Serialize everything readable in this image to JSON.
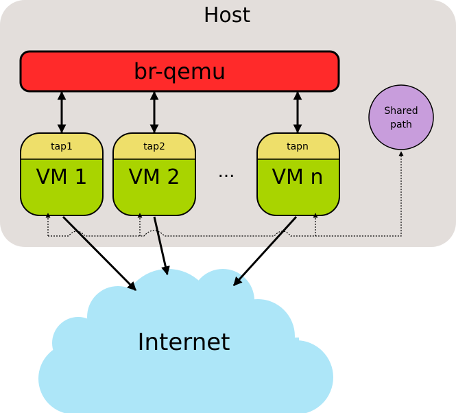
{
  "host": {
    "label": "Host",
    "color": "#e3dedb"
  },
  "bridge": {
    "label": "br-qemu",
    "color": "#ff2a2a"
  },
  "vms": [
    {
      "tap": "tap1",
      "label": "VM 1"
    },
    {
      "tap": "tap2",
      "label": "VM 2"
    },
    {
      "tap": "tapn",
      "label": "VM n"
    }
  ],
  "ellipsis": "...",
  "shared_path": {
    "line1": "Shared",
    "line2": "path",
    "color": "#c89ddc"
  },
  "internet": {
    "label": "Internet",
    "color": "#ade6f8"
  },
  "colors": {
    "tap_fill": "#eedf6a",
    "vm_fill": "#a9d400",
    "outline": "#000000"
  }
}
